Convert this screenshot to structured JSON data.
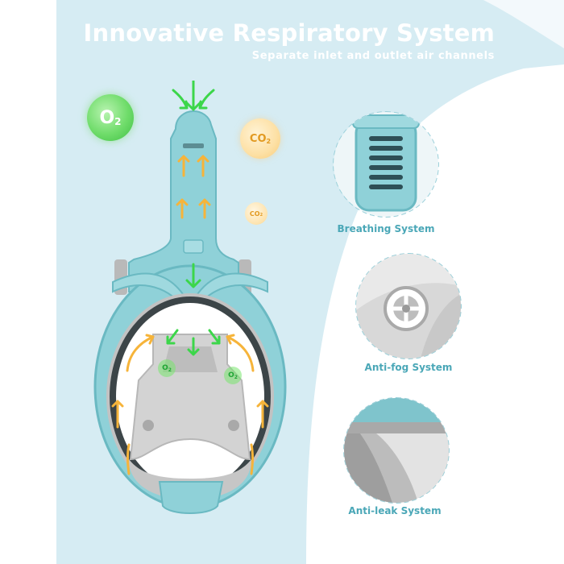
{
  "header": {
    "title": "Innovative Respiratory System",
    "subtitle": "Separate inlet and outlet air channels"
  },
  "gases": {
    "o2_main": "O",
    "o2_main_sub": "2",
    "co2_large": "CO",
    "co2_large_sub": "2",
    "co2_small": "CO",
    "co2_small_sub": "2",
    "o2_inner_left": "O",
    "o2_inner_left_sub": "2",
    "o2_inner_right": "O",
    "o2_inner_right_sub": "2"
  },
  "features": [
    {
      "label": "Breathing System",
      "icon": "breathing-valve"
    },
    {
      "label": "Anti-fog System",
      "icon": "anti-fog-valve"
    },
    {
      "label": "Anti-leak System",
      "icon": "anti-leak-seal"
    }
  ],
  "colors": {
    "background_blue": "#cfe8f0",
    "mask_body": "#8fd1d8",
    "mask_gray": "#c9c9c9",
    "inflow_green": "#3cd64a",
    "outflow_orange": "#f6b43a",
    "caption_blue": "#4aa7b7"
  }
}
